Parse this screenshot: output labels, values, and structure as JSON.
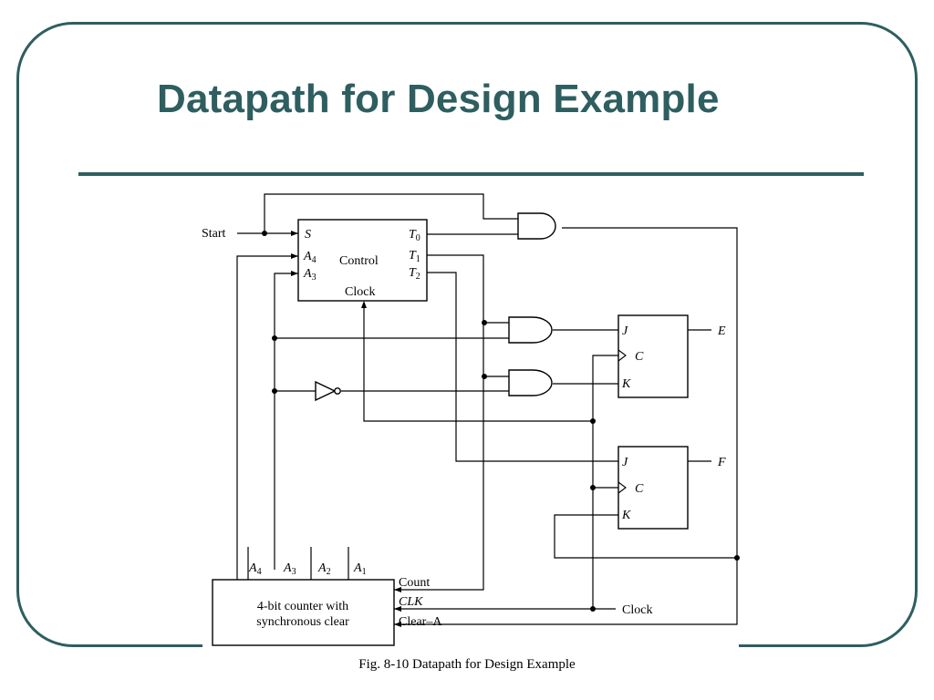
{
  "slide": {
    "title": "Datapath for Design Example",
    "caption": "Fig. 8-10  Datapath for Design Example",
    "accent_color": "#2e5e60"
  },
  "diagram": {
    "start_label": "Start",
    "control": {
      "name": "Control",
      "inputs": {
        "s": "S",
        "a4": "A",
        "a3": "A"
      },
      "outputs": {
        "t0": "T",
        "t1": "T",
        "t2": "T"
      },
      "clock": "Clock"
    },
    "ff_e": {
      "j": "J",
      "c": "C",
      "k": "K",
      "output": "E"
    },
    "ff_f": {
      "j": "J",
      "c": "C",
      "k": "K",
      "output": "F"
    },
    "counter": {
      "line1": "4-bit counter with",
      "line2": "synchronous clear",
      "bits": [
        {
          "letter": "A",
          "sub": "4"
        },
        {
          "letter": "A",
          "sub": "3"
        },
        {
          "letter": "A",
          "sub": "2"
        },
        {
          "letter": "A",
          "sub": "1"
        }
      ],
      "count": "Count",
      "clk": "CLK",
      "clear": "Clear–A"
    },
    "clock_label": "Clock",
    "subscripts": {
      "s4": "4",
      "s3": "3",
      "t0": "0",
      "t1": "1",
      "t2": "2"
    }
  }
}
